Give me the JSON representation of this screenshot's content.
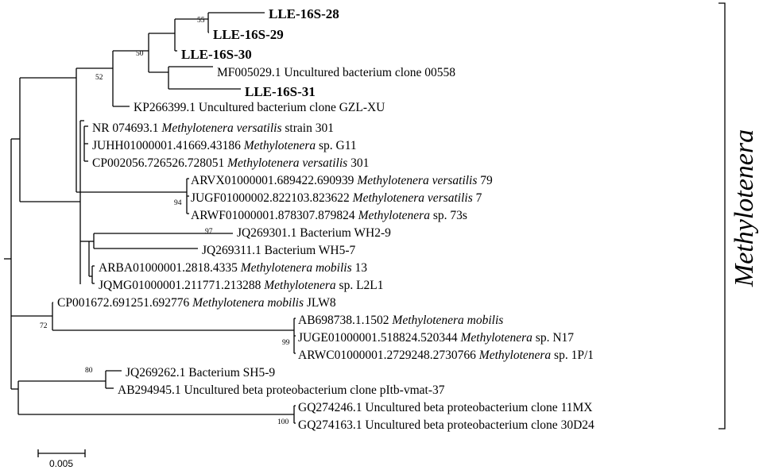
{
  "tree": {
    "leaves": {
      "lle28": {
        "parts": [
          {
            "t": "LLE-16S-28"
          }
        ],
        "bold": true
      },
      "lle29": {
        "parts": [
          {
            "t": "LLE-16S-29"
          }
        ],
        "bold": true
      },
      "lle30": {
        "parts": [
          {
            "t": "LLE-16S-30"
          }
        ],
        "bold": true
      },
      "mf005029": {
        "parts": [
          {
            "t": "MF005029.1 Uncultured bacterium clone 00558"
          }
        ]
      },
      "lle31": {
        "parts": [
          {
            "t": "LLE-16S-31"
          }
        ],
        "bold": true
      },
      "kp266399": {
        "parts": [
          {
            "t": "KP266399.1 Uncultured bacterium clone GZL-XU"
          }
        ]
      },
      "nr074693": {
        "parts": [
          {
            "t": "NR 074693.1 "
          },
          {
            "t": "Methylotenera versatilis",
            "i": true
          },
          {
            "t": " strain 301"
          }
        ]
      },
      "juhh": {
        "parts": [
          {
            "t": "JUHH01000001.41669.43186 "
          },
          {
            "t": "Methylotenera",
            "i": true
          },
          {
            "t": " sp. G11"
          }
        ]
      },
      "cp002056": {
        "parts": [
          {
            "t": "CP002056.726526.728051 "
          },
          {
            "t": "Methylotenera versatilis",
            "i": true
          },
          {
            "t": " 301"
          }
        ]
      },
      "arvx": {
        "parts": [
          {
            "t": "ARVX01000001.689422.690939 "
          },
          {
            "t": "Methylotenera versatilis",
            "i": true
          },
          {
            "t": " 79"
          }
        ]
      },
      "jugf": {
        "parts": [
          {
            "t": "JUGF01000002.822103.823622 "
          },
          {
            "t": "Methylotenera versatilis",
            "i": true
          },
          {
            "t": " 7"
          }
        ]
      },
      "arwf": {
        "parts": [
          {
            "t": "ARWF01000001.878307.879824 "
          },
          {
            "t": "Methylotenera",
            "i": true
          },
          {
            "t": " sp. 73s"
          }
        ]
      },
      "jq269301": {
        "parts": [
          {
            "t": "JQ269301.1 Bacterium WH2-9"
          }
        ]
      },
      "jq269311": {
        "parts": [
          {
            "t": "JQ269311.1 Bacterium WH5-7"
          }
        ]
      },
      "arba": {
        "parts": [
          {
            "t": "ARBA01000001.2818.4335 "
          },
          {
            "t": "Methylotenera mobilis",
            "i": true
          },
          {
            "t": " 13"
          }
        ]
      },
      "jqmg": {
        "parts": [
          {
            "t": "JQMG01000001.211771.213288 "
          },
          {
            "t": "Methylotenera",
            "i": true
          },
          {
            "t": " sp. L2L1"
          }
        ]
      },
      "cp001672": {
        "parts": [
          {
            "t": "CP001672.691251.692776 "
          },
          {
            "t": "Methylotenera mobilis",
            "i": true
          },
          {
            "t": " JLW8"
          }
        ]
      },
      "ab698738": {
        "parts": [
          {
            "t": "AB698738.1.1502 "
          },
          {
            "t": "Methylotenera mobilis",
            "i": true
          }
        ]
      },
      "juge": {
        "parts": [
          {
            "t": "JUGE01000001.518824.520344 "
          },
          {
            "t": "Methylotenera",
            "i": true
          },
          {
            "t": " sp. N17"
          }
        ]
      },
      "arwc": {
        "parts": [
          {
            "t": "ARWC01000001.2729248.2730766 "
          },
          {
            "t": "Methylotenera",
            "i": true
          },
          {
            "t": " sp. 1P/1"
          }
        ]
      },
      "jq269262": {
        "parts": [
          {
            "t": "JQ269262.1 Bacterium SH5-9"
          }
        ]
      },
      "ab294945": {
        "parts": [
          {
            "t": "AB294945.1 Uncultured beta proteobacterium clone pItb-vmat-37"
          }
        ]
      },
      "gq274246": {
        "parts": [
          {
            "t": "GQ274246.1 Uncultured beta proteobacterium clone 11MX"
          }
        ]
      },
      "gq274163": {
        "parts": [
          {
            "t": "GQ274163.1 Uncultured beta proteobacterium clone 30D24"
          }
        ]
      }
    },
    "bootstrap": {
      "b55": "55",
      "b50": "50",
      "b52": "52",
      "b94": "94",
      "b97": "97",
      "b72": "72",
      "b99": "99",
      "b80": "80",
      "b100": "100"
    },
    "clade_label": "Methylotenera",
    "scale_bar": {
      "label": "0.005",
      "value": 0.005
    }
  }
}
